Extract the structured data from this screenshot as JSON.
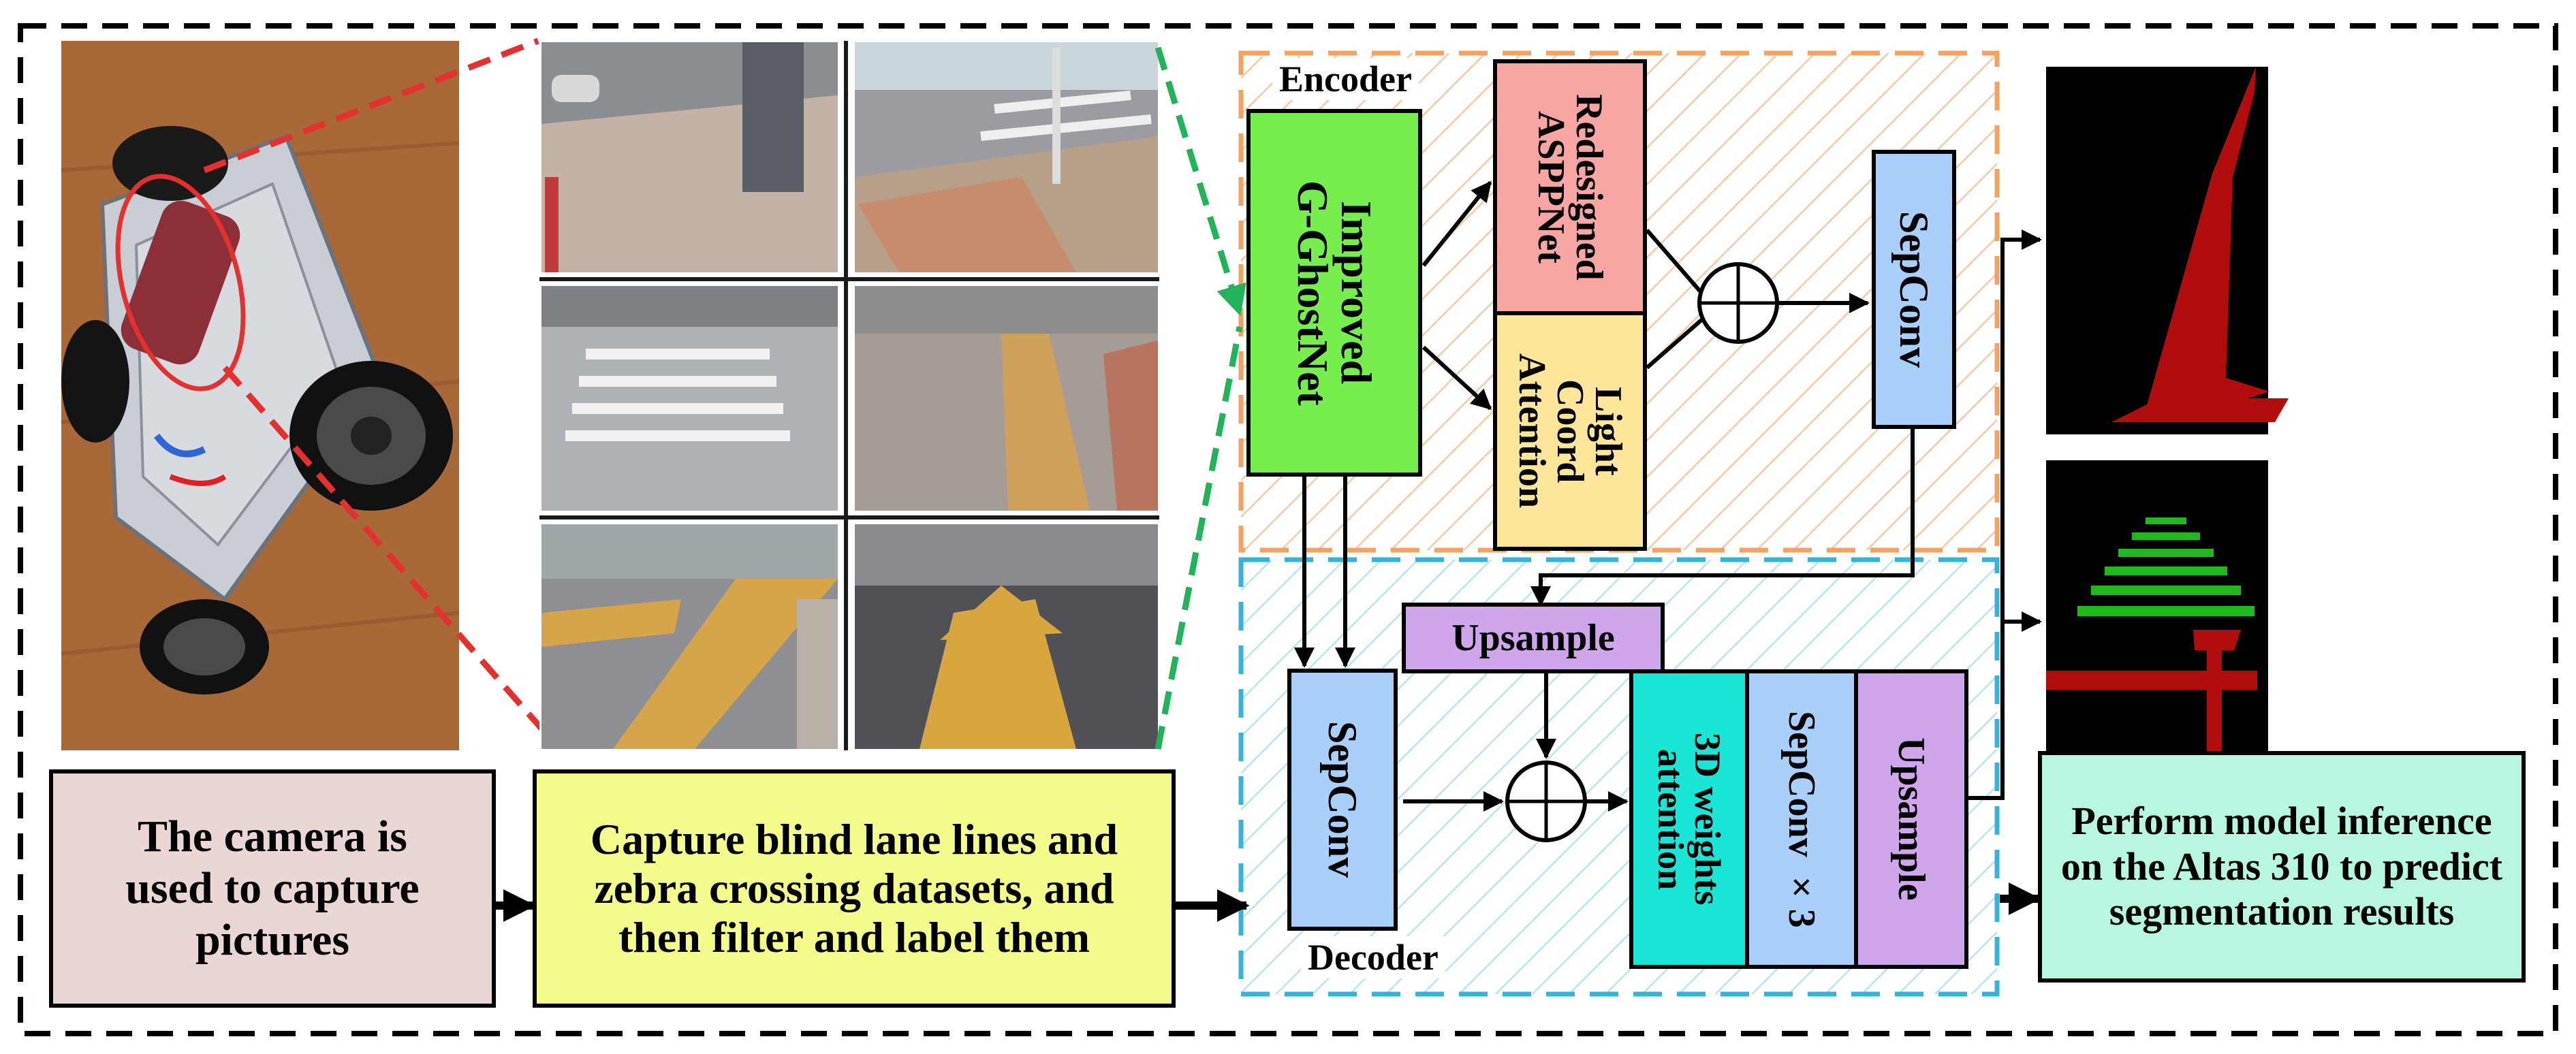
{
  "colors": {
    "encoder_border": "#f4a261",
    "decoder_border": "#34b4d9",
    "ghostnet": "#76ee4e",
    "aspp": "#f7a6a4",
    "coord": "#fde59a",
    "sepconv": "#a8d0fa",
    "upsample": "#cfa6ec",
    "attention3d": "#19e6d6",
    "camera_box": "#ead7d5",
    "capture_box": "#f4fd8c",
    "inference_box": "#b7f7e0",
    "zoom_red": "#e53030",
    "zoom_green": "#21b35a",
    "mask_red": "#b10d0d",
    "mask_green": "#1fb81f"
  },
  "left": {
    "camera_text": "The camera is used to capture pictures",
    "capture_text": "Capture blind lane lines and zebra crossing datasets, and then filter and label them"
  },
  "photos": [
    {
      "icon": "street-photo-sidewalk"
    },
    {
      "icon": "street-photo-crossing"
    },
    {
      "icon": "street-photo-zebra"
    },
    {
      "icon": "street-photo-tactile"
    },
    {
      "icon": "street-photo-lane-left"
    },
    {
      "icon": "street-photo-lane-right"
    }
  ],
  "encoder": {
    "label": "Encoder",
    "ghostnet_lines": [
      "Improved",
      "G-GhostNet"
    ],
    "aspp_lines": [
      "Redesigned",
      "ASPPNet"
    ],
    "coord_lines": [
      "Light",
      "Coord",
      "Attention"
    ],
    "sepconv": "SepConv"
  },
  "decoder": {
    "label": "Decoder",
    "upsample_top": "Upsample",
    "sepconv": "SepConv",
    "attention_lines": [
      "3D weights",
      "attention"
    ],
    "sepconv3": "SepConv ×3",
    "upsample_right": "Upsample"
  },
  "output": {
    "inference_text": "Perform model inference on the Altas 310 to predict segmentation results"
  }
}
